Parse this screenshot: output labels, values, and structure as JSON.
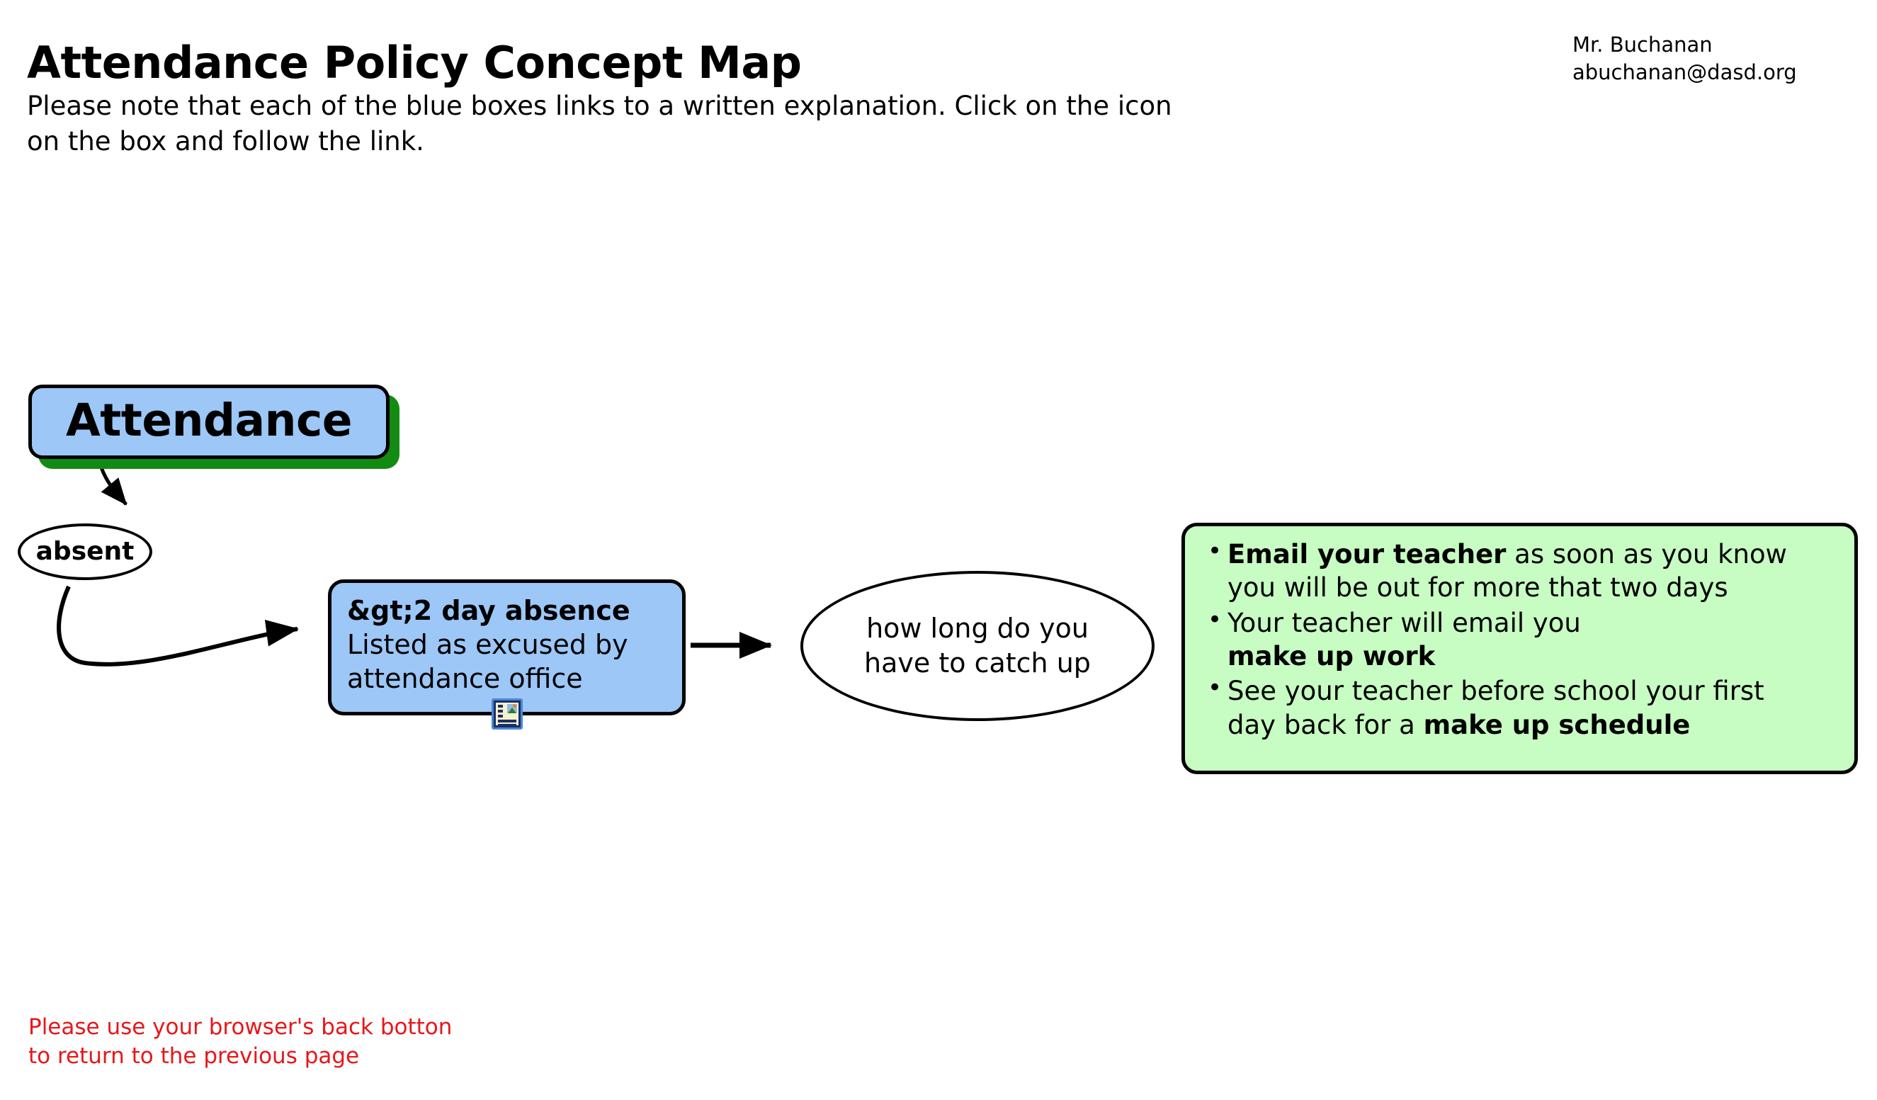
{
  "header": {
    "title": "Attendance Policy Concept Map",
    "note_lines": [
      "Please note that each of the blue boxes links to a written explanation. Click on the icon",
      "on the box and follow the link."
    ],
    "author_name": "Mr. Buchanan",
    "author_email": "abuchanan@dasd.org"
  },
  "diagram": {
    "root": {
      "label": "Attendance",
      "fill": "#9CC7F7",
      "shadow": "#138B13"
    },
    "absent": {
      "label": "absent"
    },
    "absence_detail": {
      "title": "&gt;2 day absence",
      "line2": "Listed as excused by",
      "line3": "attendance office",
      "fill": "#9CC7F7",
      "icon": "document-link-icon"
    },
    "catchup": {
      "line1": "how long do you",
      "line2": "have to catch up"
    },
    "actions": {
      "fill": "#C7FDC2",
      "bullets": [
        {
          "lines": [
            {
              "bold": "Email your teacher",
              "rest": " as soon as you know"
            },
            {
              "bold": "",
              "rest": "you will be out for more that two days"
            }
          ]
        },
        {
          "lines": [
            {
              "bold": "",
              "rest": "Your teacher will email you"
            },
            {
              "bold": "make up work",
              "rest": ""
            }
          ]
        },
        {
          "lines": [
            {
              "bold": "",
              "rest": "See your teacher before school your first"
            },
            {
              "bold": "",
              "rest": "day back for a ",
              "bold_tail": "make up schedule"
            }
          ]
        }
      ]
    },
    "edges": [
      {
        "from": "attendance",
        "to": "absent",
        "style": "curved-arrow"
      },
      {
        "from": "absent",
        "to": "absence_detail",
        "style": "curved-arrow"
      },
      {
        "from": "absence_detail",
        "to": "catchup",
        "style": "straight-arrow"
      },
      {
        "from": "catchup",
        "to": "actions",
        "style": "straight-arrow"
      }
    ]
  },
  "footer": {
    "note_lines": [
      "Please use your browser's back botton",
      "to return to the previous page"
    ],
    "color": "#E8161A"
  }
}
